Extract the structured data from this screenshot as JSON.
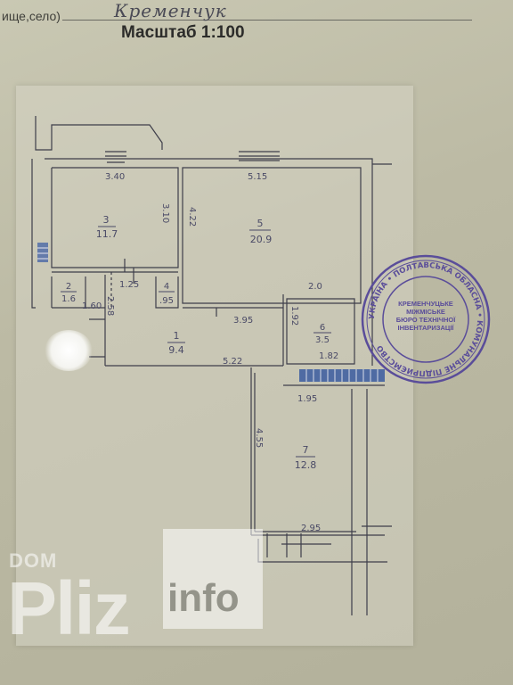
{
  "header": {
    "prefix": "ище,село)",
    "city_handwritten": "Кременчук",
    "scale": "Масштаб 1:100"
  },
  "dimensions": {
    "d_340": "3.40",
    "d_515": "5.15",
    "d_310": "3.10",
    "d_322": "4.22",
    "d_125": "1.25",
    "d_160": "1.60",
    "d_258": "2.58",
    "d_395": "3.95",
    "d_20": "2.0",
    "d_192": "1.92",
    "d_182": "1.82",
    "d_522": "5.22",
    "d_195": "1.95",
    "d_455": "4.55",
    "d_295": "2.95"
  },
  "rooms": {
    "r3_num": "3",
    "r3_area": "11.7",
    "r5_num": "5",
    "r5_area": "20.9",
    "r2_num": "2",
    "r2_area": "1.6",
    "r4_num": "4",
    "r4_area": ".95",
    "r1_num": "1",
    "r1_area": "9.4",
    "r6_num": "6",
    "r6_area": "3.5",
    "r7_num": "7",
    "r7_area": "12.8"
  },
  "stamp": {
    "ring_text": "УКРАЇНА • ПОЛТАВСЬКА ОБЛАСНА • КОМУНАЛЬНЕ ПІДПРИЄМСТВО",
    "center_1": "КРЕМЕНЧУЦЬКЕ",
    "center_2": "МІЖМІСЬКЕ",
    "center_3": "БЮРО ТЕХНІЧНОЇ",
    "center_4": "ІНВЕНТАРИЗАЦІЇ"
  },
  "watermark": {
    "dom": "DOM",
    "pliz": "Pliz",
    "info": "info"
  },
  "colors": {
    "paper": "#c4c2ad",
    "ink": "#4a4a66",
    "stamp": "#5a4d9a",
    "window_hatch": "#3a5aa0"
  }
}
